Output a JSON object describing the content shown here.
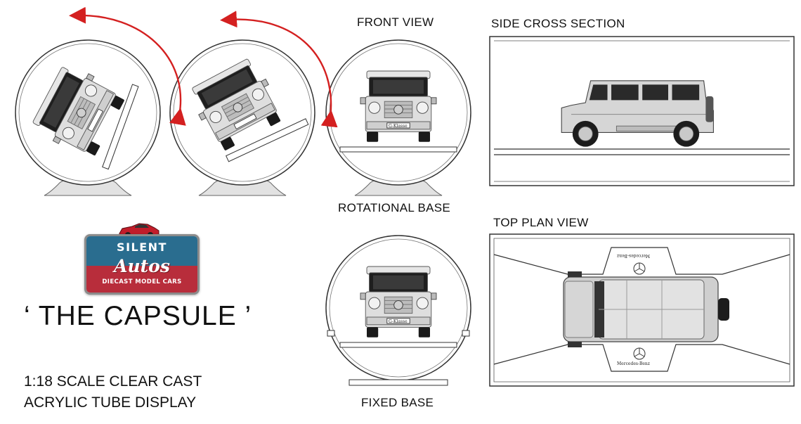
{
  "labels": {
    "front_view": "FRONT VIEW",
    "side_cross_section": "SIDE CROSS SECTION",
    "rotational_base": "ROTATIONAL BASE",
    "top_plan_view": "TOP PLAN VIEW",
    "fixed_base": "FIXED BASE"
  },
  "title": "‘ THE CAPSULE ’",
  "subtitle": {
    "line1": "1:18 SCALE CLEAR CAST",
    "line2": "ACRYLIC TUBE DISPLAY"
  },
  "logo": {
    "line1": "SILENT",
    "line2": "Autos",
    "line3": "DIECAST MODEL CARS"
  },
  "plates": {
    "front": "G-Klasse",
    "brand": "Mercedes-Benz"
  },
  "colors": {
    "arrow": "#d42020",
    "logo_blue": "#2a6d8f",
    "logo_red": "#b82d3b",
    "car": "#dcdcdc"
  }
}
